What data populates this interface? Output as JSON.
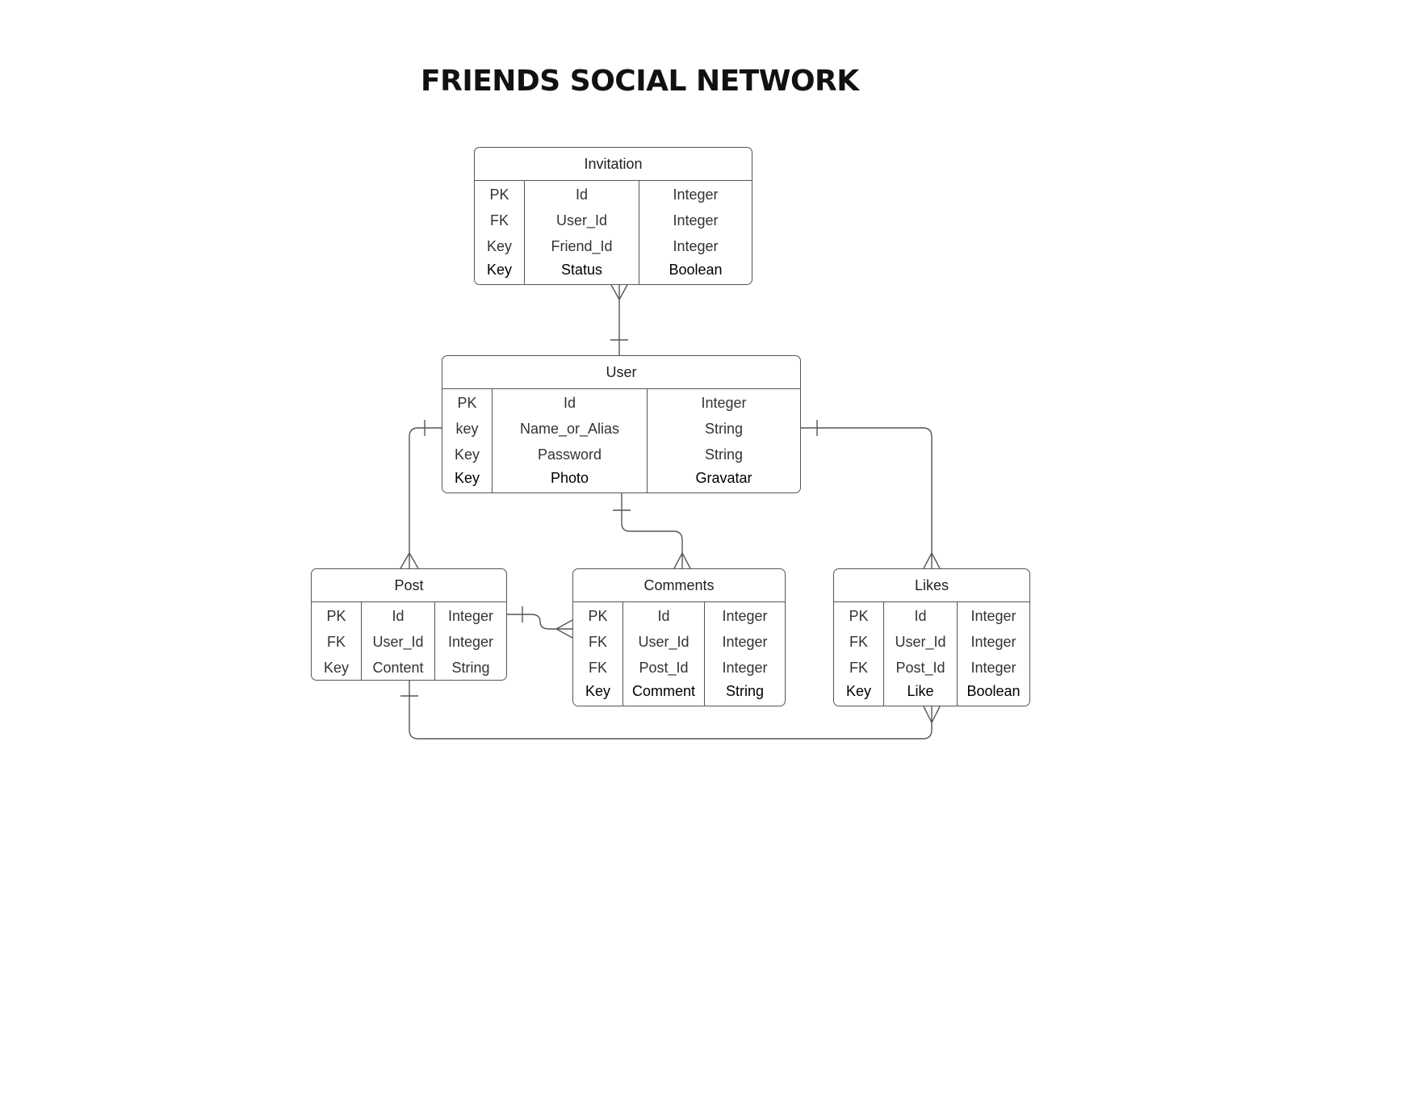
{
  "title": "FRIENDS SOCIAL NETWORK",
  "entities": {
    "invitation": {
      "name": "Invitation",
      "rows": [
        {
          "key": "PK",
          "field": "Id",
          "type": "Integer"
        },
        {
          "key": "FK",
          "field": "User_Id",
          "type": "Integer"
        },
        {
          "key": "Key",
          "field": "Friend_Id",
          "type": "Integer"
        },
        {
          "key": "Key",
          "field": "Status",
          "type": "Boolean"
        }
      ]
    },
    "user": {
      "name": "User",
      "rows": [
        {
          "key": "PK",
          "field": "Id",
          "type": "Integer"
        },
        {
          "key": "key",
          "field": "Name_or_Alias",
          "type": "String"
        },
        {
          "key": "Key",
          "field": "Password",
          "type": "String"
        },
        {
          "key": "Key",
          "field": "Photo",
          "type": "Gravatar"
        }
      ]
    },
    "post": {
      "name": "Post",
      "rows": [
        {
          "key": "PK",
          "field": "Id",
          "type": "Integer"
        },
        {
          "key": "FK",
          "field": "User_Id",
          "type": "Integer"
        },
        {
          "key": "Key",
          "field": "Content",
          "type": "String"
        }
      ]
    },
    "comments": {
      "name": "Comments",
      "rows": [
        {
          "key": "PK",
          "field": "Id",
          "type": "Integer"
        },
        {
          "key": "FK",
          "field": "User_Id",
          "type": "Integer"
        },
        {
          "key": "FK",
          "field": "Post_Id",
          "type": "Integer"
        },
        {
          "key": "Key",
          "field": "Comment",
          "type": "String"
        }
      ]
    },
    "likes": {
      "name": "Likes",
      "rows": [
        {
          "key": "PK",
          "field": "Id",
          "type": "Integer"
        },
        {
          "key": "FK",
          "field": "User_Id",
          "type": "Integer"
        },
        {
          "key": "FK",
          "field": "Post_Id",
          "type": "Integer"
        },
        {
          "key": "Key",
          "field": "Like",
          "type": "Boolean"
        }
      ]
    }
  },
  "relationships": [
    {
      "from": "user",
      "to": "invitation",
      "from_cardinality": "one",
      "to_cardinality": "many"
    },
    {
      "from": "user",
      "to": "post",
      "from_cardinality": "one",
      "to_cardinality": "many"
    },
    {
      "from": "user",
      "to": "comments",
      "from_cardinality": "one",
      "to_cardinality": "many"
    },
    {
      "from": "user",
      "to": "likes",
      "from_cardinality": "one",
      "to_cardinality": "many"
    },
    {
      "from": "post",
      "to": "comments",
      "from_cardinality": "one",
      "to_cardinality": "many"
    },
    {
      "from": "post",
      "to": "likes",
      "from_cardinality": "one",
      "to_cardinality": "many"
    }
  ]
}
